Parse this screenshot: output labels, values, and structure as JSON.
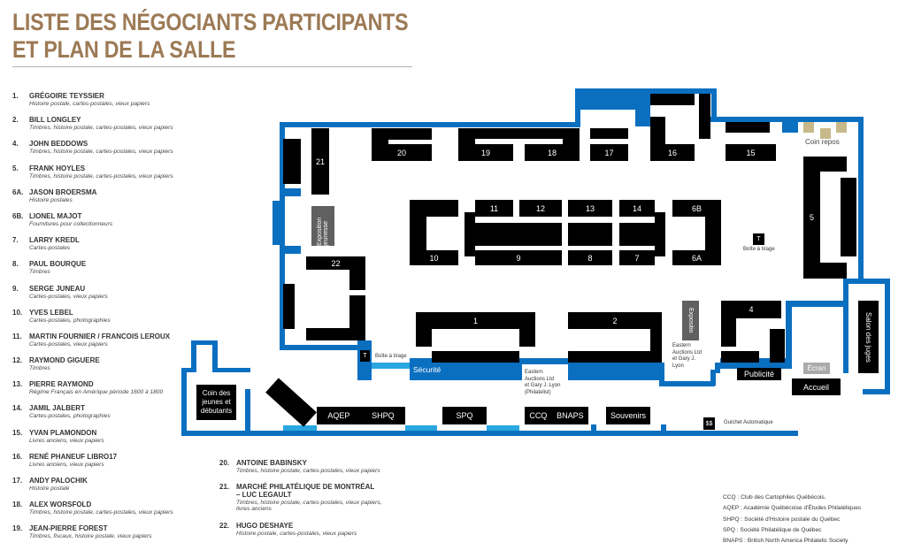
{
  "title": [
    "LISTE DES NÉGOCIANTS PARTICIPANTS",
    "ET PLAN DE LA SALLE"
  ],
  "colors": {
    "title": "#9c7a55",
    "wall": "#0b6fc0",
    "door": "#2aa7e0",
    "booth": "#000000",
    "rest": "#c8b98a"
  },
  "dealers_left": [
    {
      "num": "1.",
      "name": "GRÉGOIRE TEYSSIER",
      "desc": "Histoire postale, cartes-postales, vieux papiers"
    },
    {
      "num": "2.",
      "name": "BILL LONGLEY",
      "desc": "Timbres, histoire postale, cartes-postales, vieux papiers"
    },
    {
      "num": "4.",
      "name": "JOHN BEDDOWS",
      "desc": "Timbres, histoire postale, cartes-postales, vieux papiers"
    },
    {
      "num": "5.",
      "name": "FRANK HOYLES",
      "desc": "Timbres, histoire postale, cartes-postales, vieux papiers"
    },
    {
      "num": "6A.",
      "name": "JASON BROERSMA",
      "desc": "Histoire postales"
    },
    {
      "num": "6B.",
      "name": "LIONEL MAJOT",
      "desc": "Fournitures pour collectionneurs"
    },
    {
      "num": "7.",
      "name": "LARRY KREDL",
      "desc": "Cartes-postales"
    },
    {
      "num": "8.",
      "name": "PAUL BOURQUE",
      "desc": "Timbres"
    },
    {
      "num": "9.",
      "name": "SERGE JUNEAU",
      "desc": "Cartes-postales, vieux papiers"
    },
    {
      "num": "10.",
      "name": "YVES LEBEL",
      "desc": "Cartes-postales, photographies"
    },
    {
      "num": "11.",
      "name": "MARTIN FOURNIER / FRANCOIS LEROUX",
      "desc": "Cartes-postales, vieux papiers"
    },
    {
      "num": "12.",
      "name": " RAYMOND GIGUERE",
      "desc": "Timbres"
    },
    {
      "num": "13.",
      "name": "PIERRE RAYMOND",
      "desc": "Régime Français en Amérique période 1600 à 1800"
    },
    {
      "num": "14.",
      "name": "JAMIL JALBERT",
      "desc": "Cartes-postales, photographies"
    },
    {
      "num": "15.",
      "name": "YVAN PLAMONDON",
      "desc": "Livres anciens, vieux papiers"
    },
    {
      "num": "16.",
      "name": "RENÉ PHANEUF LIBRO17",
      "desc": "Livres anciens, vieux papiers"
    },
    {
      "num": "17.",
      "name": "ANDY PALOCHIK",
      "desc": "Histoire postale"
    },
    {
      "num": "18.",
      "name": "ALEX WORSFOLD",
      "desc": "Timbres, histoire postale, cartes-postales, vieux papiers"
    },
    {
      "num": "19.",
      "name": "JEAN-PIERRE FOREST",
      "desc": "Timbres, fiscaux, histoire postale, vieux papiers"
    }
  ],
  "dealers_right": [
    {
      "num": "20.",
      "name": "ANTOINE BABINSKY",
      "desc": "Timbres, histoire postale, cartes-postales, vieux papiers"
    },
    {
      "num": "21.",
      "name": "MARCHÉ PHILATÉLIQUE DE MONTRÉAL",
      "name2": "– LUC LEGAULT",
      "desc": "Timbres, histoire postale, cartes-postales, vieux papiers,",
      "desc2": "livres anciens"
    },
    {
      "num": "22.",
      "name": "HUGO DESHAYE",
      "desc": "Histoire postale, cartes-postales, vieux papiers"
    }
  ],
  "map": {
    "booths": {
      "b1": "1",
      "b2": "2",
      "b4": "4",
      "b5": "5",
      "b6a": "6A",
      "b6b": "6B",
      "b7": "7",
      "b8": "8",
      "b9": "9",
      "b10": "10",
      "b11": "11",
      "b12": "12",
      "b13": "13",
      "b14": "14",
      "b15": "15",
      "b16": "16",
      "b17": "17",
      "b18": "18",
      "b19": "19",
      "b20": "20",
      "b21": "21",
      "b22": "22"
    },
    "coin_repos": "Coin repos",
    "tirage_icon": "T",
    "boite_tirage": "Boîte à tirage",
    "expo_jeunesse": "Exposition jeunesse",
    "exposition": "Expositio",
    "securite": "Sécurité",
    "eastern_1": [
      "Eastern",
      "Auctions Ltd",
      "et Gary J. Lyon",
      "(Philatelist)"
    ],
    "eastern_2": [
      "Eastern",
      "Auctions Ltd",
      "et Gary J.",
      "Lyon"
    ],
    "publicite": "Publicité",
    "ecran": "Écran",
    "accueil": "Accueil",
    "salon_juges": "Salon des juges",
    "coin_jeunes": [
      "Coin des",
      "jeunes et",
      "débutants"
    ],
    "aqep": "AQEP",
    "shpq": "SHPQ",
    "spq": "SPQ",
    "ccq": "CCQ",
    "bnaps": "BNAPS",
    "souvenirs": "Souvenirs",
    "atm_icon": "$$",
    "guichet": "Guichet Automatique"
  },
  "legend": [
    "CCQ : Club des Cartophiles Québécois.",
    "AQEP : Académie Québécoise d'Études Philatéliques",
    "SHPQ : Société d'Histoire postale du Québec",
    "SPQ : Société Philatélique de Québec",
    "BNAPS : British North America Philatelic Society"
  ]
}
